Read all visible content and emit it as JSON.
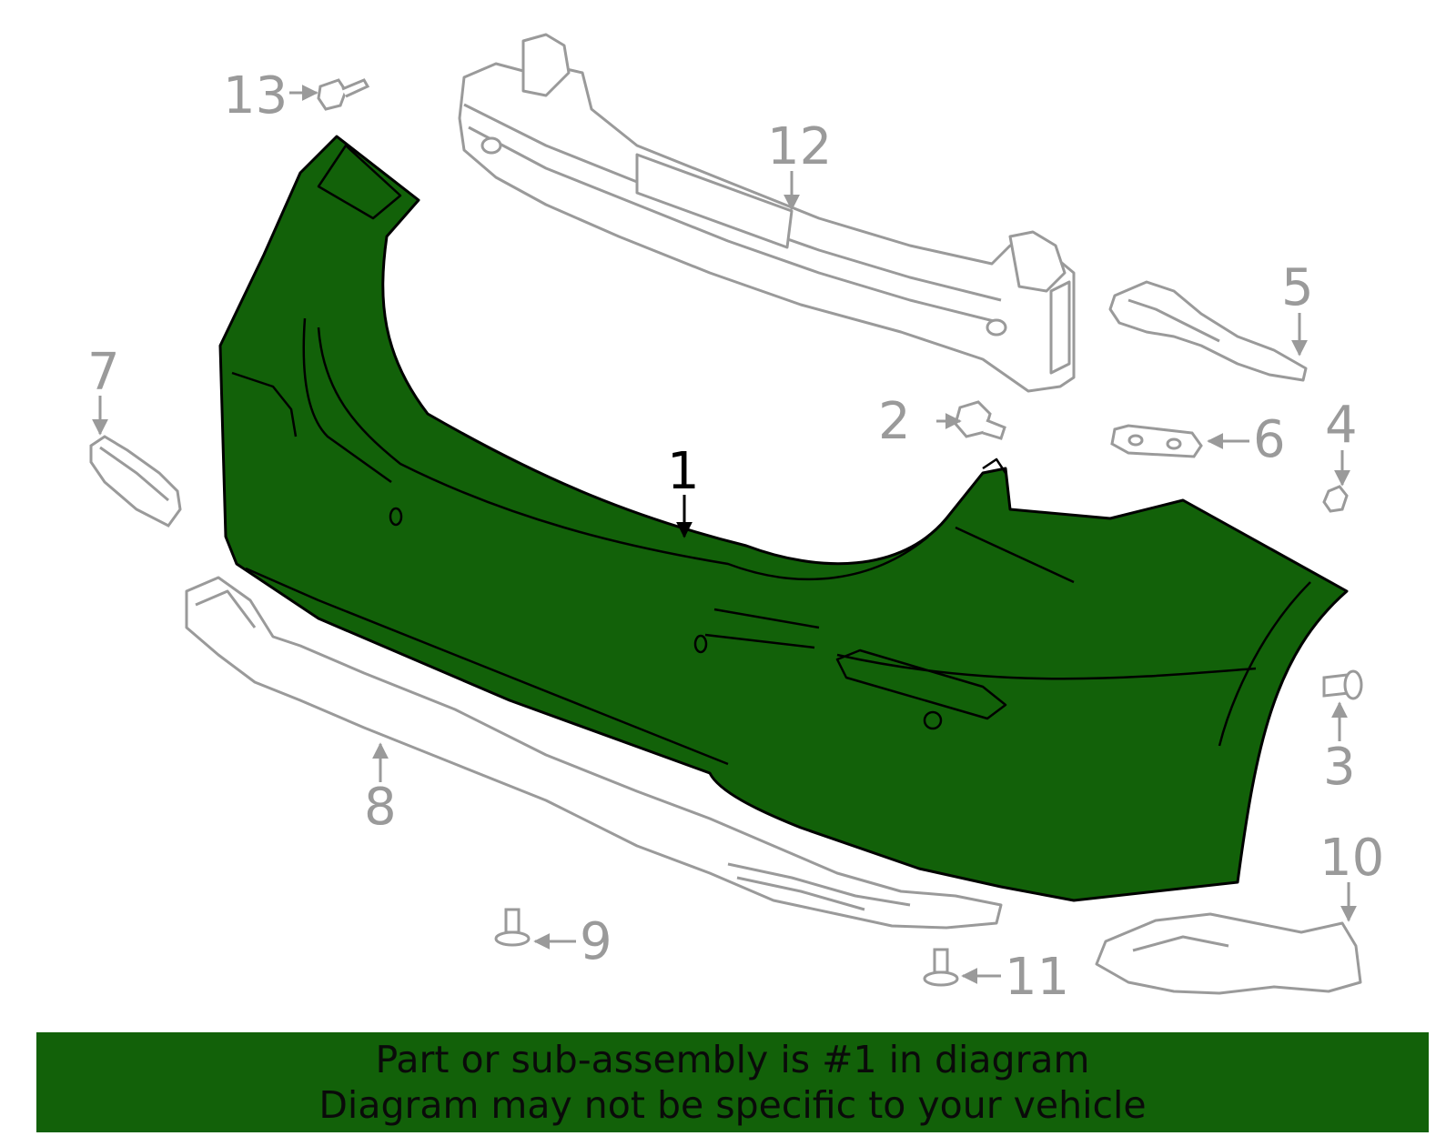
{
  "diagram": {
    "callouts": {
      "c1": "1",
      "c2": "2",
      "c3": "3",
      "c4": "4",
      "c5": "5",
      "c6": "6",
      "c7": "7",
      "c8": "8",
      "c9": "9",
      "c10": "10",
      "c11": "11",
      "c12": "12",
      "c13": "13"
    },
    "highlight_color": "#126109",
    "part_line_color": "#9a9a9a"
  },
  "banner": {
    "line1": "Part or sub-assembly is #1 in diagram",
    "line2": "Diagram may not be specific to your vehicle"
  }
}
